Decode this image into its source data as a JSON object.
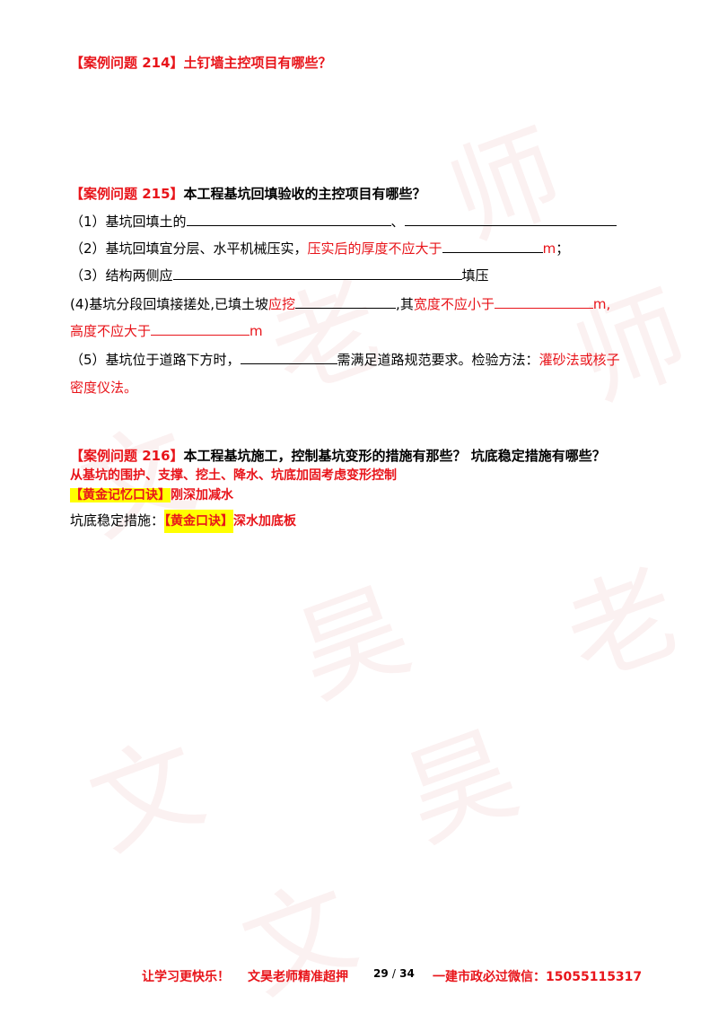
{
  "watermark": [
    "文",
    "昊",
    "老",
    "师"
  ],
  "q214": {
    "tag": "【案例问题 214】",
    "text": "土钉墙主控项目有哪些？"
  },
  "q215": {
    "tag": "【案例问题 215】",
    "text": "本工程基坑回填验收的主控项目有哪些？",
    "l1_a": "（1）基坑回填土的",
    "l1_sep": "、",
    "l2_a": "（2）基坑回填宜分层、水平机械压实，",
    "l2_red": "压实后的厚度不应大于",
    "l2_m": "m",
    "l2_end": "；",
    "l3_a": "（3）结构两侧应",
    "l3_end": "填压",
    "l4_a": "(4)基坑分段回填接搓处,已填土坡",
    "l4_red1": "应挖",
    "l4_mid": ",其",
    "l4_red2": "宽度不应小于",
    "l4_m": "m,",
    "l5_red": "高度不应大于",
    "l5_m": "m",
    "l6_a": "（5）基坑位于道路下方时，",
    "l6_b": "需满足道路规范要求。检验方法：",
    "l6_red": "灌砂法或核子",
    "l7_red": "密度仪法。"
  },
  "q216": {
    "tag": "【案例问题 216】",
    "text": "本工程基坑施工，控制基坑变形的措施有那些？ 坑底稳定措施有哪些？",
    "l1": "从基坑的围护、支撑、挖土、降水、坑底加固考虑变形控制",
    "l2_hl": "【黄金记忆口诀】",
    "l2_red": "刚深加减水",
    "l3_a": "坑底稳定措施：",
    "l3_hl": "【黄金口诀】",
    "l3_red": "深水加底板"
  },
  "footer": {
    "slogan": "让学习更快乐！",
    "teacher": "文昊老师精准超押",
    "page_current": "29",
    "page_sep": "/",
    "page_total": "34",
    "contact": "一建市政必过微信：15055115317"
  }
}
